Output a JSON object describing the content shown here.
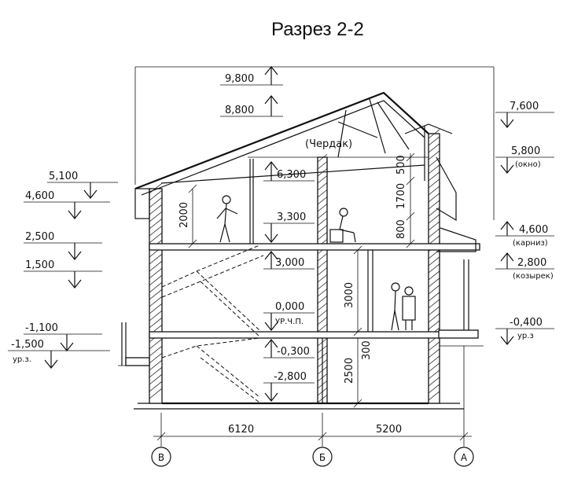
{
  "title": "Разрез 2-2",
  "attic_label": "(Чердак)",
  "levels_left": [
    "9,800",
    "8,800",
    "5,100",
    "4,600",
    "2,500",
    "1,500",
    "-1,100",
    "-1,500",
    "ур.з."
  ],
  "levels_right": [
    "7,600",
    "5,800",
    "(окно)",
    "4,600",
    "(карниз)",
    "2,800",
    "(козырек)",
    "-0,400",
    "ур.з"
  ],
  "levels_inner": [
    "6,300",
    "3,300",
    "3,000",
    "0,000",
    "УР.Ч.П.",
    "-0,300",
    "-2,800"
  ],
  "vertical_dims": [
    "2000",
    "500",
    "1700",
    "800",
    "3000",
    "2500",
    "300"
  ],
  "horizontal_dims": [
    "6120",
    "5200"
  ],
  "axes": [
    "В",
    "Б",
    "А"
  ]
}
